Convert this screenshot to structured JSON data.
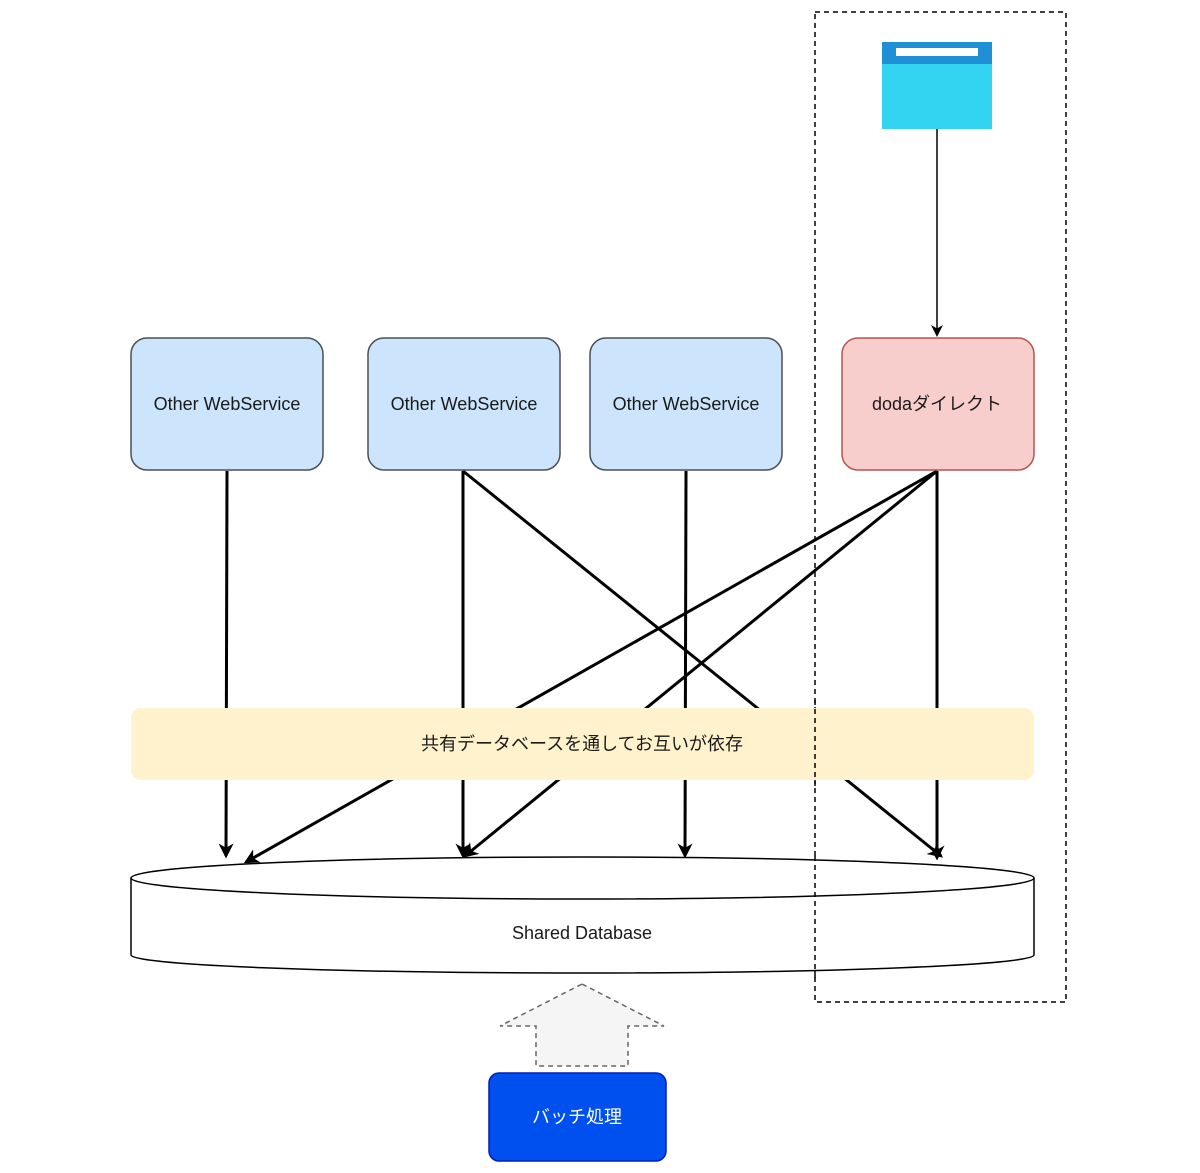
{
  "nodes": {
    "service_1": {
      "label": "Other WebService"
    },
    "service_2": {
      "label": "Other WebService"
    },
    "service_3": {
      "label": "Other WebService"
    },
    "doda": {
      "label": "dodaダイレクト"
    },
    "dependency_band": {
      "label": "共有データベースを通してお互いが依存"
    },
    "shared_database": {
      "label": "Shared Database"
    },
    "batch": {
      "label": "バッチ処理"
    }
  },
  "icons": {
    "browser_window": "browser-window-icon"
  },
  "colors": {
    "service_fill": "#cce5fc",
    "service_stroke": "#4a4f57",
    "doda_fill": "#f8cecc",
    "doda_stroke": "#b85450",
    "band_fill": "#fff2cc",
    "batch_fill": "#0050ef",
    "batch_stroke": "#001dbc",
    "browser_body": "#32d4f2",
    "browser_bar": "#1f8fd6",
    "upload_arrow_fill": "#f5f5f5",
    "upload_arrow_stroke": "#666666"
  }
}
